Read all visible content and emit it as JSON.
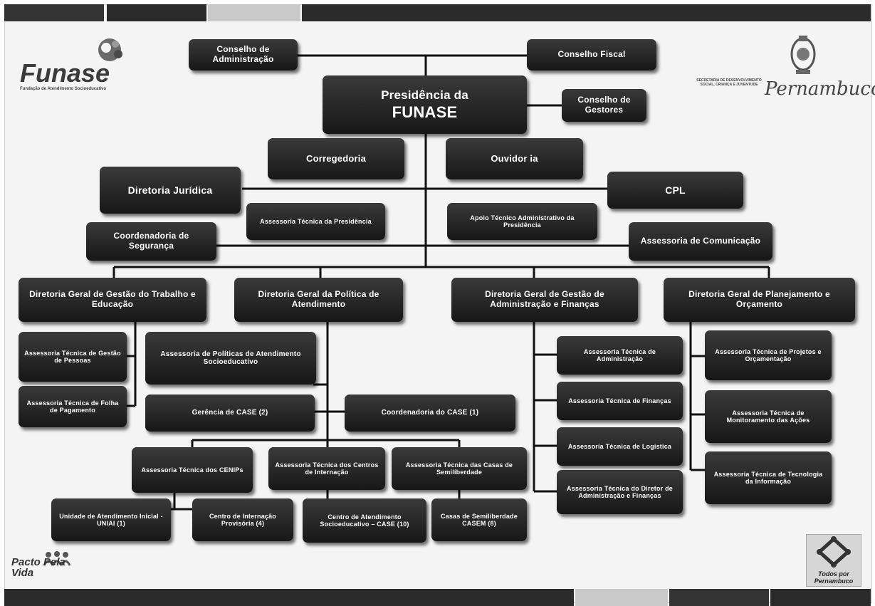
{
  "logos": {
    "funase_name": "Funase",
    "funase_sub": "Fundação de Atendimento Socioeducativo",
    "secretaria": "SECRETARIA DE DESENVOLVIMENTO SOCIAL, CRIANÇA E JUVENTUDE",
    "pernambuco": "Pernambuco",
    "pacto": "Pacto Pela Vida",
    "todos": "Todos por Pernambuco"
  },
  "colors": {
    "box_top": "#3a3a3a",
    "box_bottom": "#171717",
    "line": "#111111",
    "band": "#2b2b2b",
    "band_light": "#bdbdbd"
  },
  "nodes": {
    "conselho_adm": "Conselho de Administração",
    "conselho_fiscal": "Conselho Fiscal",
    "presidencia_line1": "Presidência da",
    "presidencia_line2": "FUNASE",
    "conselho_gestores": "Conselho de Gestores",
    "corregedoria": "Corregedoria",
    "ouvidoria": "Ouvidor ia",
    "diretoria_juridica": "Diretoria Jurídica",
    "cpl": "CPL",
    "assessoria_presidencia": "Assessoria Técnica da Presidência",
    "apoio_tecnico": "Apoio Técnico Administrativo da Presidência",
    "coord_seguranca": "Coordenadoria de Segurança",
    "assessoria_comunicacao": "Assessoria de Comunicação",
    "dg_trabalho": "Diretoria Geral de Gestão do Trabalho e Educação",
    "dg_politica": "Diretoria Geral da Política de Atendimento",
    "dg_adm": "Diretoria Geral de Gestão de Administração e Finanças",
    "dg_planejamento": "Diretoria Geral de Planejamento e Orçamento",
    "at_pessoas": "Assessoria Técnica de Gestão de Pessoas",
    "at_folha": "Assessoria Técnica de Folha de Pagamento",
    "assessoria_politicas": "Assessoria de Políticas de Atendimento Socioeducativo",
    "gerencia_case": "Gerência de CASE (2)",
    "coord_case": "Coordenadoria do CASE (1)",
    "at_cenips": "Assessoria Técnica dos CENIPs",
    "at_centros": "Assessoria Técnica dos Centros de Internação",
    "at_casas": "Assessoria Técnica das Casas de Semiliberdade",
    "uniai": "Unidade de Atendimento Inicial - UNIAI (1)",
    "cenip": "Centro de Internação Provisória (4)",
    "case10": "Centro de Atendimento Socioeducativo – CASE (10)",
    "casem": "Casas de Semiliberdade CASEM (8)",
    "at_administracao": "Assessoria Técnica de Administração",
    "at_financas": "Assessoria Técnica de Finanças",
    "at_logistica": "Assessoria Técnica de Logística",
    "at_diretor": "Assessoria Técnica do Diretor de Administração e Finanças",
    "at_projetos": "Assessoria Técnica de Projetos e Orçamentação",
    "at_monitoramento": "Assessoria Técnica de Monitoramento das Ações",
    "at_tecnologia": "Assessoria Técnica de Tecnologia da Informação"
  }
}
